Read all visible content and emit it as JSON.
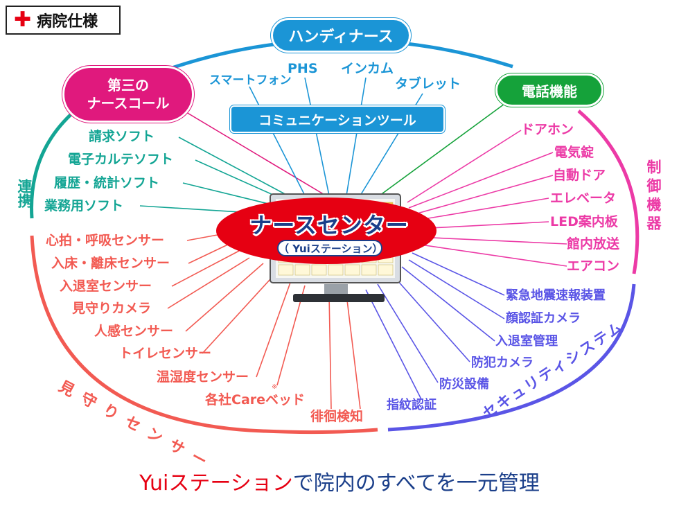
{
  "badge": {
    "icon": "red-cross-icon",
    "text": "病院仕様"
  },
  "hubs": {
    "handy_nurse": "ハンディナース",
    "third_nurse_call_line1": "第三の",
    "third_nurse_call_line2": "ナースコール",
    "phone": "電話機能",
    "comm_tool": "コミュニケーションツール"
  },
  "handy_devices": [
    "スマートフォン",
    "PHS",
    "インカム",
    "タブレット"
  ],
  "center": {
    "title": "ナースセンター",
    "subtitle": "（ Yuiステーション）"
  },
  "sections": {
    "renkei": "連携",
    "control": "制御機器",
    "watch": "見守りセンサー",
    "security": "セキュリティシステム"
  },
  "renkei_items": [
    "請求ソフト",
    "電子カルテソフト",
    "履歴・統計ソフト",
    "業務用ソフト"
  ],
  "watch_items": [
    "心拍・呼吸センサー",
    "入床・離床センサー",
    "入退室センサー",
    "見守りカメラ",
    "人感センサー",
    "トイレセンサー",
    "温湿度センサー",
    "各社Careベッド",
    "徘徊検知"
  ],
  "watch_note": "※",
  "control_items": [
    "ドアホン",
    "電気錠",
    "自動ドア",
    "エレベータ",
    "LED案内板",
    "館内放送",
    "エアコン"
  ],
  "security_items": [
    "緊急地震速報装置",
    "顔認証カメラ",
    "入退室管理",
    "防犯カメラ",
    "防災設備",
    "指紋認証"
  ],
  "caption": {
    "part1": "Yuiステーション",
    "part2": "で院内のすべてを一元管理"
  },
  "colors": {
    "teal": "#13a594",
    "coral": "#f25a52",
    "pink": "#ec3aa6",
    "violet": "#5a55e6",
    "blue": "#1b95d6",
    "magenta": "#e0197d",
    "green": "#15a23a",
    "red": "#e60012",
    "navy": "#1b3f8a"
  }
}
